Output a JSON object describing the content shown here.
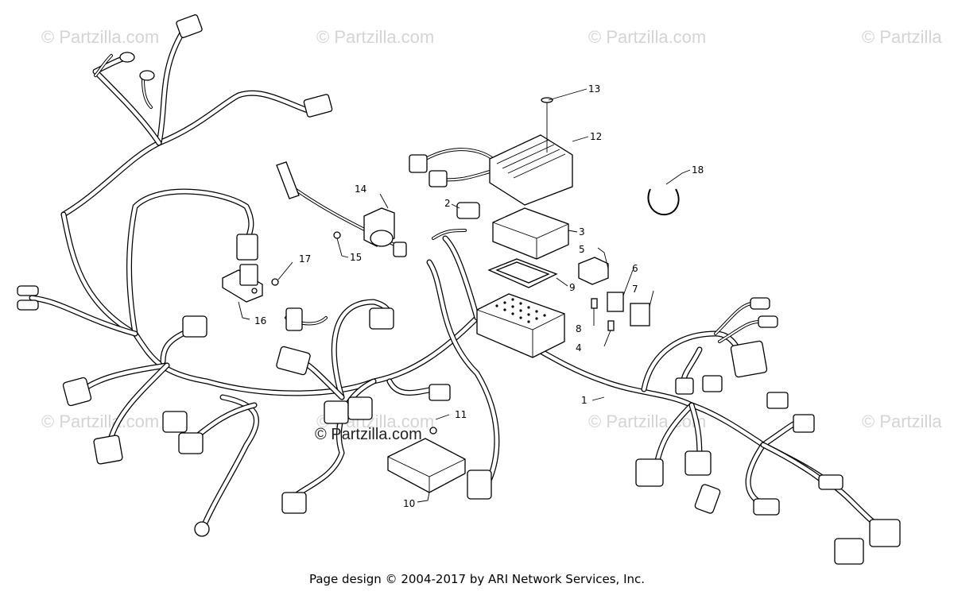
{
  "watermarks": [
    {
      "text": "© Partzilla.com"
    },
    {
      "text": "© Partzilla.com"
    },
    {
      "text": "© Partzilla.com"
    },
    {
      "text": "© Partzilla"
    },
    {
      "text": "© Partzilla.com"
    },
    {
      "text": "© Partzilla.com"
    },
    {
      "text": "© Partzilla.com"
    },
    {
      "text": "© Partzilla"
    }
  ],
  "center_watermark": "© Partzilla.com",
  "callouts": [
    "1",
    "2",
    "3",
    "4",
    "5",
    "6",
    "7",
    "8",
    "9",
    "10",
    "11",
    "12",
    "13",
    "14",
    "15",
    "16",
    "17",
    "18"
  ],
  "footer": "Page design © 2004-2017 by ARI Network Services, Inc."
}
